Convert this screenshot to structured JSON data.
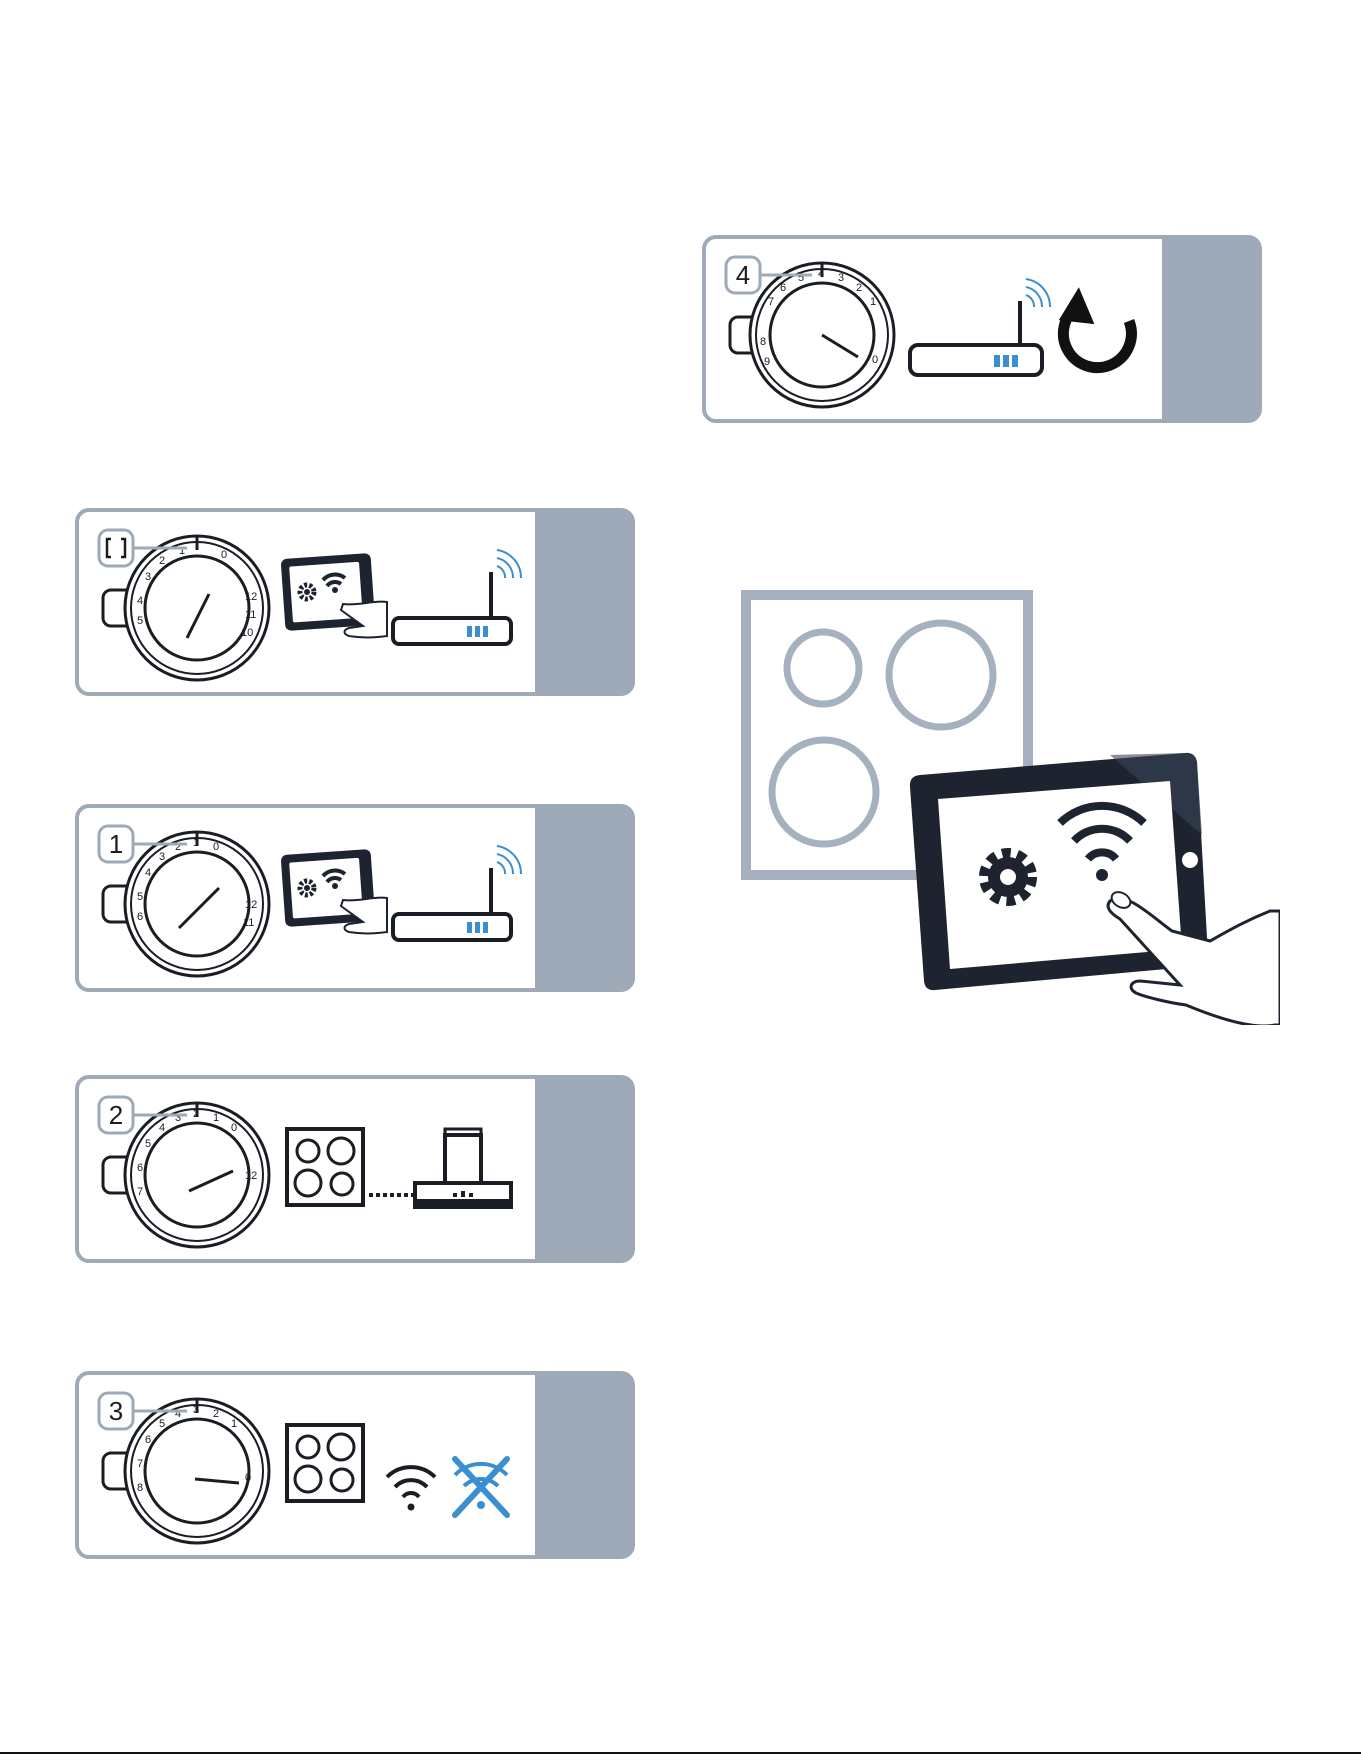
{
  "colors": {
    "frame": "#9eaab8",
    "tab": "#9eaab8",
    "ink": "#1a1d24",
    "accent": "#3b8fd0",
    "hob": "#a5b1bf",
    "tablet": "#1d2430"
  },
  "dial_ticks_step0": [
    "3",
    "2",
    "1",
    "0",
    "1",
    "2",
    "3",
    "4",
    "5",
    "6"
  ],
  "panels": [
    {
      "id": "step-4",
      "badge": "4",
      "ticks_top": [
        "5",
        "4",
        "3",
        "2",
        "1"
      ],
      "ticks_left": [
        "6",
        "7",
        "8",
        "9"
      ],
      "ticks_right": [
        "0"
      ],
      "icons": [
        "router-icon",
        "refresh-icon"
      ]
    },
    {
      "id": "step-0",
      "badge": "",
      "badge_icon": "bracket-icon",
      "ticks_top": [
        "1",
        "0"
      ],
      "ticks_left": [
        "2",
        "3",
        "4",
        "5"
      ],
      "ticks_right": [
        "12",
        "11",
        "10"
      ],
      "icons": [
        "tablet-wifi-settings-icon",
        "router-icon"
      ]
    },
    {
      "id": "step-1",
      "badge": "1",
      "ticks_top": [
        "2",
        "1",
        "0"
      ],
      "ticks_left": [
        "3",
        "4",
        "5",
        "6"
      ],
      "ticks_right": [
        "12",
        "11"
      ],
      "icons": [
        "tablet-wifi-settings-icon",
        "router-icon"
      ]
    },
    {
      "id": "step-2",
      "badge": "2",
      "ticks_top": [
        "3",
        "2",
        "1",
        "0"
      ],
      "ticks_left": [
        "4",
        "5",
        "6",
        "7"
      ],
      "ticks_right": [
        "12"
      ],
      "icons": [
        "hob-icon",
        "hood-icon"
      ]
    },
    {
      "id": "step-3",
      "badge": "3",
      "ticks_top": [
        "4",
        "3",
        "2",
        "1"
      ],
      "ticks_left": [
        "5",
        "6",
        "7",
        "8"
      ],
      "ticks_right": [
        "0"
      ],
      "icons": [
        "hob-icon",
        "wifi-icon",
        "wifi-off-icon"
      ]
    }
  ]
}
